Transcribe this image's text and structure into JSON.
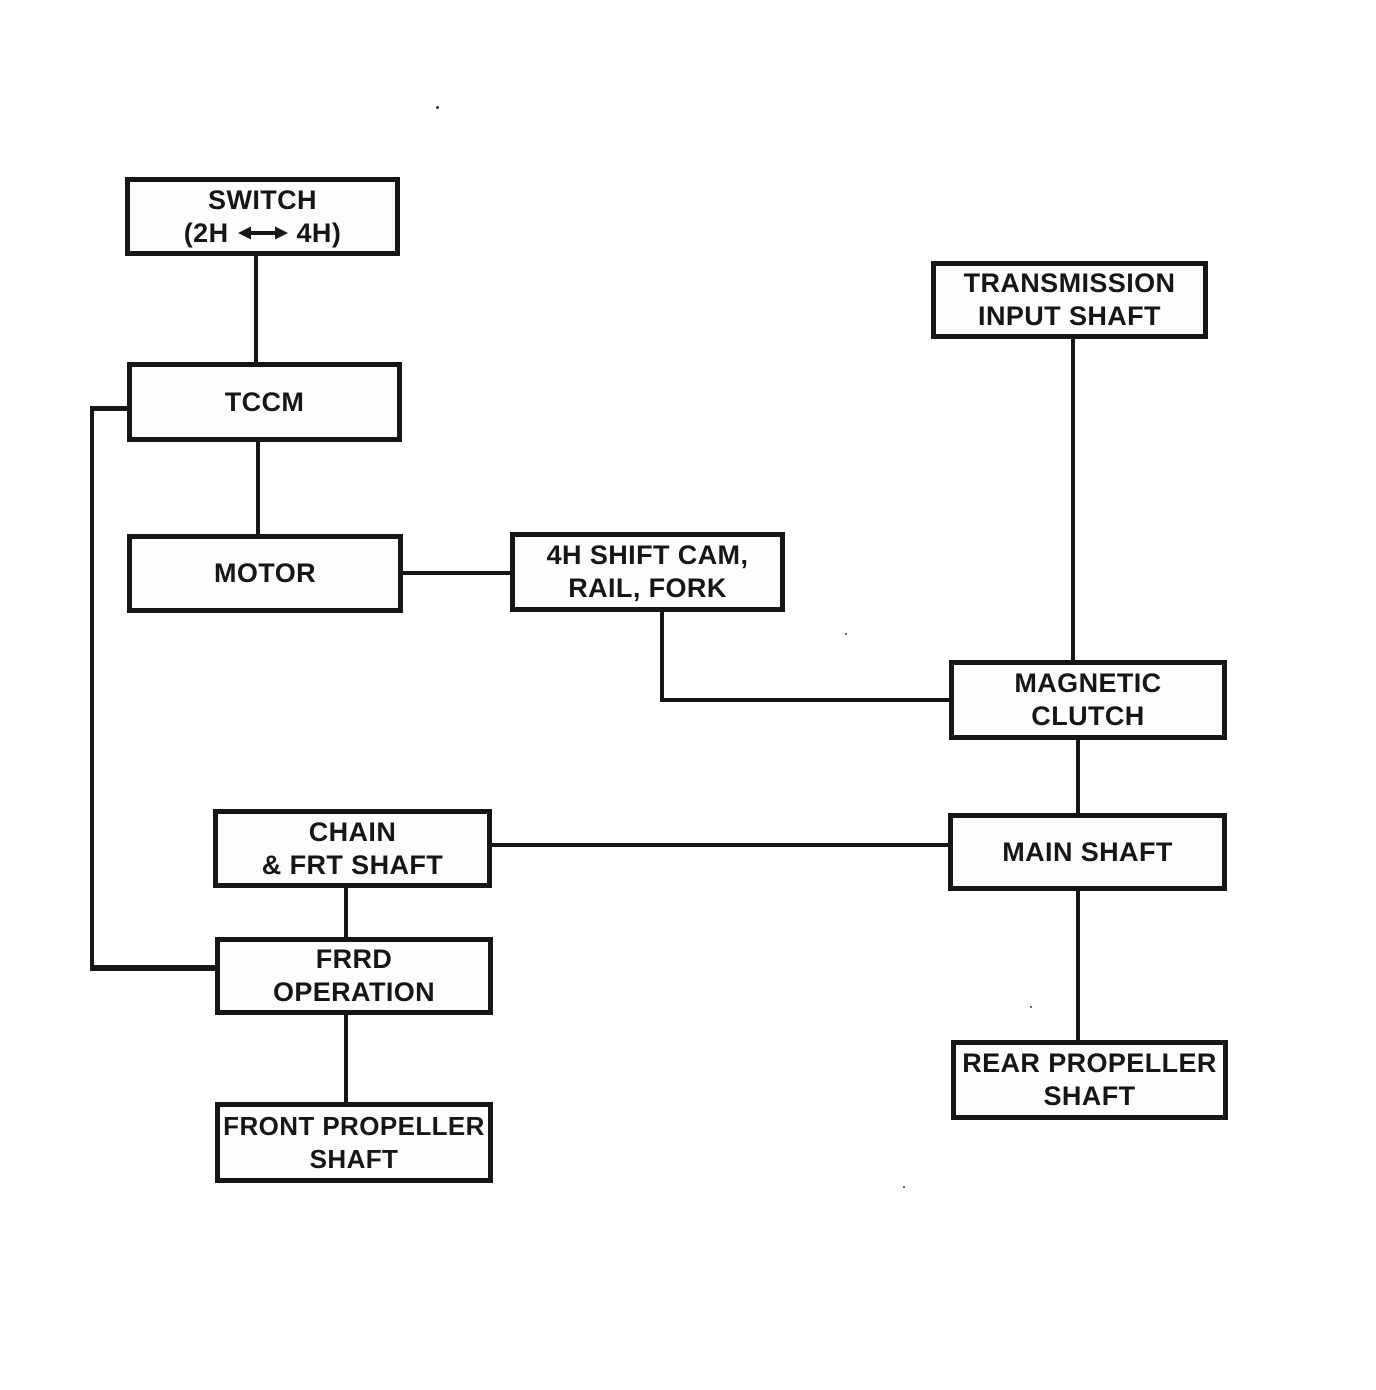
{
  "colors": {
    "ink": "#161616",
    "paper": "#ffffff",
    "box_background": "#fdfdfd"
  },
  "diagram": {
    "type": "flowchart",
    "nodes": {
      "switch": {
        "line1": "SWITCH",
        "left": "(2H",
        "right": "4H)"
      },
      "tccm": {
        "label": "TCCM"
      },
      "motor": {
        "label": "MOTOR"
      },
      "shift_cam": {
        "label": "4H SHIFT CAM,\nRAIL, FORK"
      },
      "transmission_input_shaft": {
        "label": "TRANSMISSION\nINPUT SHAFT"
      },
      "magnetic_clutch": {
        "label": "MAGNETIC\nCLUTCH"
      },
      "main_shaft": {
        "label": "MAIN SHAFT"
      },
      "chain_frt_shaft": {
        "label": "CHAIN\n& FRT SHAFT"
      },
      "frrd_operation": {
        "label": "FRRD\nOPERATION"
      },
      "front_propeller_shaft": {
        "label": "FRONT PROPELLER\nSHAFT"
      },
      "rear_propeller_shaft": {
        "label": "REAR PROPELLER\nSHAFT"
      }
    },
    "edges": [
      "switch -> tccm",
      "tccm -> motor",
      "motor -> shift_cam",
      "shift_cam -> magnetic_clutch",
      "transmission_input_shaft -> magnetic_clutch",
      "magnetic_clutch -> main_shaft",
      "main_shaft -> chain_frt_shaft",
      "chain_frt_shaft -> frrd_operation",
      "frrd_operation -> front_propeller_shaft",
      "main_shaft -> rear_propeller_shaft",
      "tccm -> frrd_operation"
    ]
  }
}
